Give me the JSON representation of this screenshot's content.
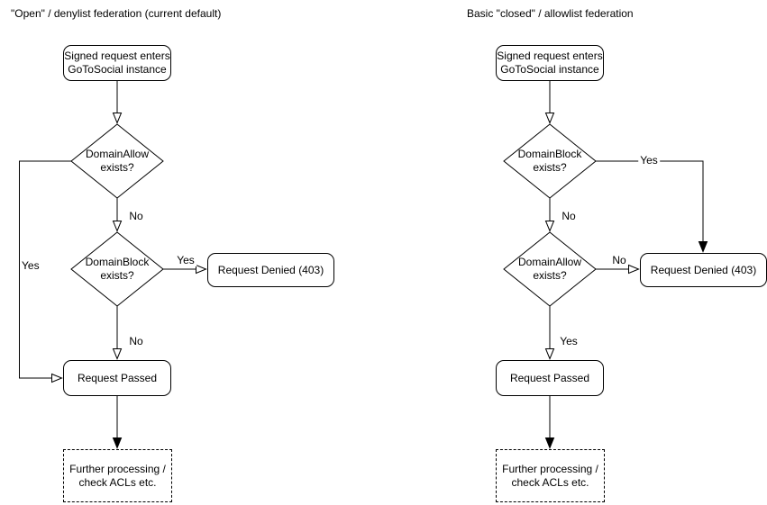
{
  "colors": {
    "stroke": "#000000",
    "background": "#ffffff",
    "text": "#000000"
  },
  "left": {
    "title": "\"Open\" / denylist federation (current default)",
    "start": "Signed request enters\nGoToSocial instance",
    "decision1": "DomainAllow\nexists?",
    "decision2": "DomainBlock\nexists?",
    "denied": "Request Denied (403)",
    "passed": "Request Passed",
    "further": "Further processing /\ncheck ACLs etc.",
    "edge_labels": {
      "decision1_yes": "Yes",
      "decision1_no": "No",
      "decision2_yes": "Yes",
      "decision2_no": "No"
    }
  },
  "right": {
    "title": "Basic \"closed\" / allowlist federation",
    "start": "Signed request enters\nGoToSocial instance",
    "decision1": "DomainBlock\nexists?",
    "decision2": "DomainAllow\nexists?",
    "denied": "Request Denied (403)",
    "passed": "Request Passed",
    "further": "Further processing /\ncheck ACLs etc.",
    "edge_labels": {
      "decision1_yes": "Yes",
      "decision1_no": "No",
      "decision2_no": "No",
      "decision2_yes": "Yes"
    }
  }
}
